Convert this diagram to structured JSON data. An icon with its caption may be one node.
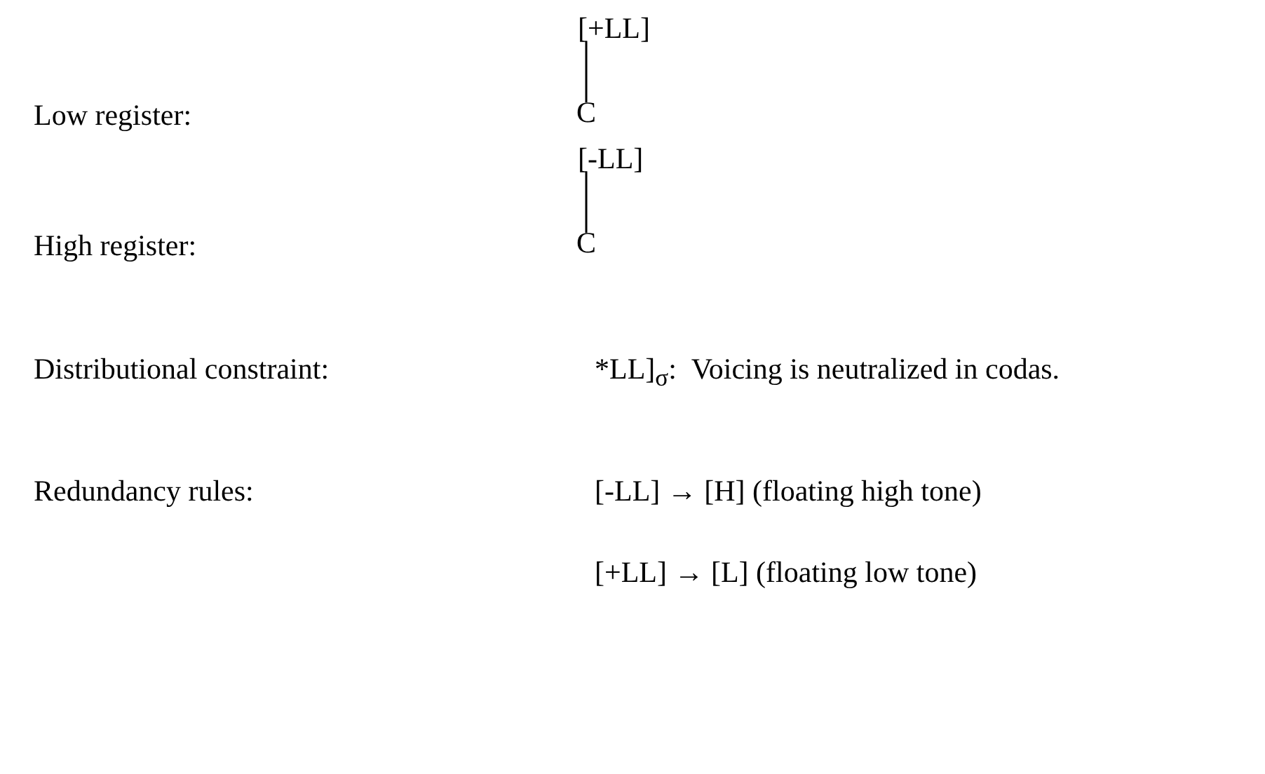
{
  "diagram": {
    "nodes": [
      {
        "text": [
          "[+LL]"
        ]
      },
      {
        "text": [
          "C"
        ]
      },
      {
        "text": [
          "[-LL]"
        ]
      },
      {
        "text": [
          "C"
        ]
      }
    ],
    "edges": [
      {
        "from": 0,
        "to": 1,
        "arrow": "none"
      },
      {
        "from": 2,
        "to": 3,
        "arrow": "none"
      }
    ],
    "labels": [
      "Low register:",
      "High register:",
      "Distributional constraint:",
      "*LL]$_{σ}$:  Voicing is neutralized in codas.",
      "Redundancy rules:",
      "[-LL] → [H] (floating high tone)",
      "[+LL] → [L] (floating low tone)"
    ]
  }
}
